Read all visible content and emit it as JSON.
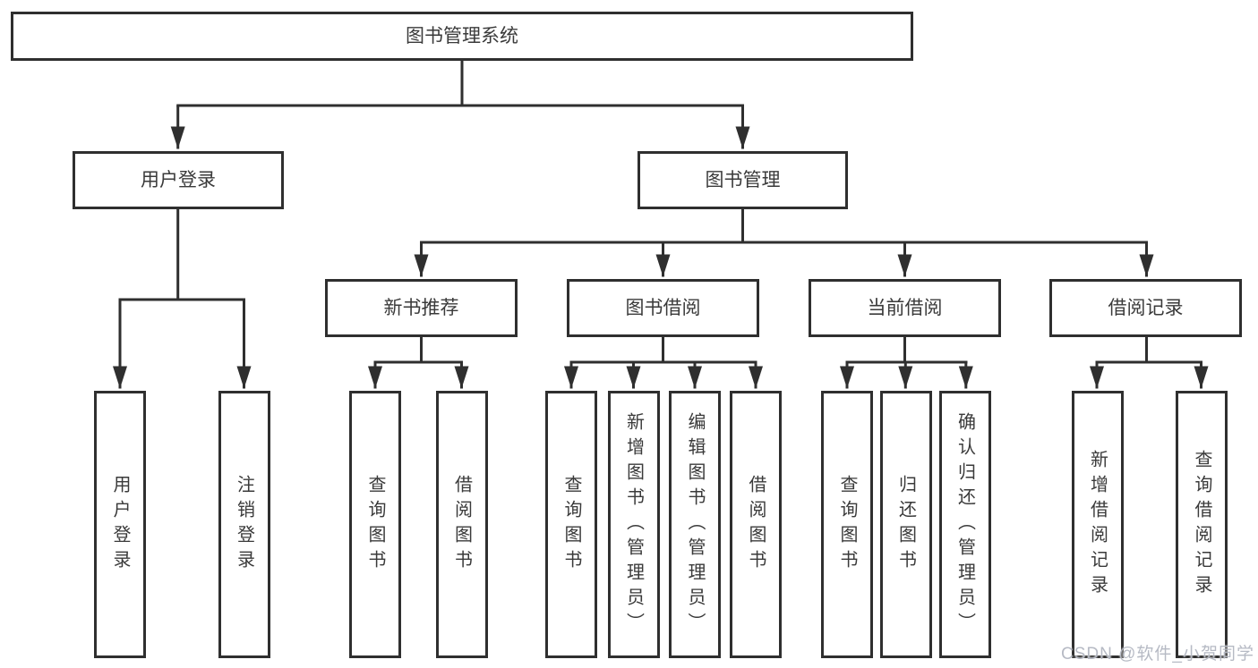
{
  "diagram": {
    "title_hint": "Library management system function structure diagram",
    "root": {
      "label": "图书管理系统"
    },
    "branches": [
      {
        "label": "用户登录",
        "children": [
          {
            "label": "用户登录"
          },
          {
            "label": "注销登录"
          }
        ]
      },
      {
        "label": "图书管理",
        "children": [
          {
            "label": "新书推荐",
            "children": [
              {
                "label": "查询图书"
              },
              {
                "label": "借阅图书"
              }
            ]
          },
          {
            "label": "图书借阅",
            "children": [
              {
                "label": "查询图书"
              },
              {
                "label": "新增图书（管理员）"
              },
              {
                "label": "编辑图书（管理员）"
              },
              {
                "label": "借阅图书"
              }
            ]
          },
          {
            "label": "当前借阅",
            "children": [
              {
                "label": "查询图书"
              },
              {
                "label": "归还图书"
              },
              {
                "label": "确认归还（管理员）"
              }
            ]
          },
          {
            "label": "借阅记录",
            "children": [
              {
                "label": "新增借阅记录"
              },
              {
                "label": "查询借阅记录"
              }
            ]
          }
        ]
      }
    ]
  },
  "colors": {
    "line": "#2f2f2f",
    "text": "#3a3a3a",
    "background": "#ffffff",
    "watermark": "#b2b6c1"
  },
  "watermark": {
    "text": "CSDN @软件_小贺同学"
  }
}
